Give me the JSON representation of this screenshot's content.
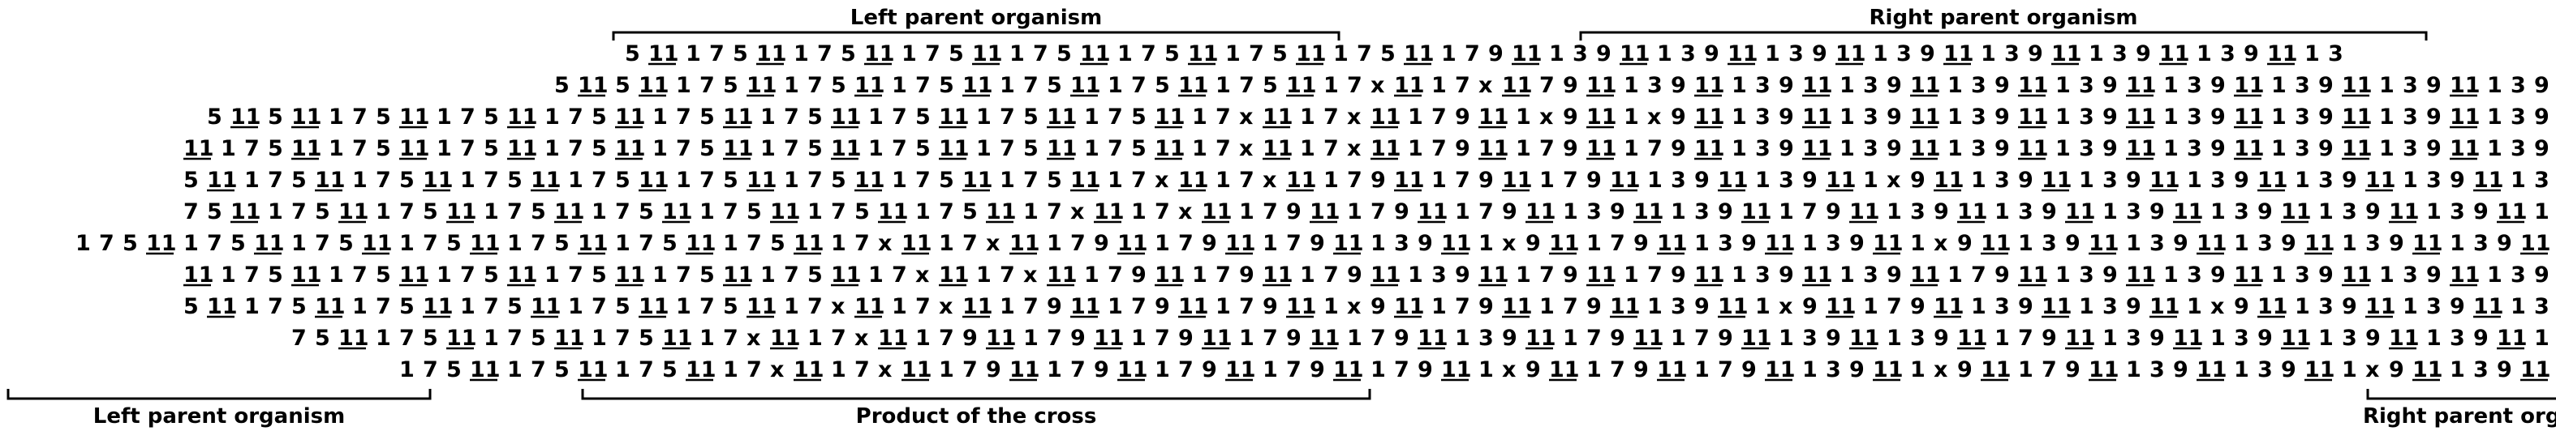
{
  "labels": {
    "top_left": "Left parent organism",
    "top_right": "Right parent organism",
    "bottom_left": "Left parent organism",
    "bottom_center": "Product of the cross",
    "bottom_right": "Right parent org"
  },
  "rows": [
    "5 11 1 7 5 11 1 7 5 11 1 7 5 11 1 7 5 11 1 7 5 11 1 7 5 11 1 7 5 11 1 7 9 11 1 3 9 11 1 3 9 11 1 3 9 11 1 3 9 11 1 3 9 11 1 3 9 11 1 3 9 11 1 3",
    "5 11 5 11 1 7 5 11 1 7 5 11 1 7 5 11 1 7 5 11 1 7 5 11 1 7 5 11 1 7 x 11 1 7 x 11 7 9 11 1 3 9 11 1 3 9 11 1 3 9 11 1 3 9 11 1 3 9 11 1 3 9 11 1 3 9 11 1 3 9 11 1 3 9",
    "5 11 5 11 1 7 5 11 1 7 5 11 1 7 5 11 1 7 5 11 1 7 5 11 1 7 5 11 1 7 5 11 1 7 5 11 1 7 x 11 1 7 x 11 1 7 9 11 1 x 9 11 1 x 9 11 1 3 9 11 1 3 9 11 1 3 9 11 1 3 9 11 1 3 9 11 1 3 9 11 1 3 9 11 1 3 9",
    "11 1 7 5 11 1 7 5 11 1 7 5 11 1 7 5 11 1 7 5 11 1 7 5 11 1 7 5 11 1 7 5 11 1 7 5 11 1 7 x 11 1 7 x 11 1 7 9 11 1 7 9 11 1 7 9 11 1 3 9 11 1 3 9 11 1 3 9 11 1 3 9 11 1 3 9 11 1 3 9 11 1 3 9 11 1 3 9",
    "5 11 1 7 5 11 1 7 5 11 1 7 5 11 1 7 5 11 1 7 5 11 1 7 5 11 1 7 5 11 1 7 5 11 1 7 x 11 1 7 x 11 1 7 9 11 1 7 9 11 1 7 9 11 1 3 9 11 1 3 9 11 1 x 9 11 1 3 9 11 1 3 9 11 1 3 9 11 1 3 9 11 1 3 9 11 1 3",
    "7 5 11 1 7 5 11 1 7 5 11 1 7 5 11 1 7 5 11 1 7 5 11 1 7 5 11 1 7 5 11 1 7 x 11 1 7 x 11 1 7 9 11 1 7 9 11 1 7 9 11 1 3 9 11 1 3 9 11 1 7 9 11 1 3 9 11 1 3 9 11 1 3 9 11 1 3 9 11 1 3 9 11 1 3 9 11 1",
    "1 7 5 11 1 7 5 11 1 7 5 11 1 7 5 11 1 7 5 11 1 7 5 11 1 7 5 11 1 7 x 11 1 7 x 11 1 7 9 11 1 7 9 11 1 7 9 11 1 3 9 11 1 x 9 11 1 7 9 11 1 3 9 11 1 3 9 11 1 x 9 11 1 3 9 11 1 3 9 11 1 3 9 11 1 3 9 11 1 3 9 11",
    "11 1 7 5 11 1 7 5 11 1 7 5 11 1 7 5 11 1 7 5 11 1 7 5 11 1 7 x 11 1 7 x 11 1 7 9 11 1 7 9 11 1 7 9 11 1 3 9 11 1 7 9 11 1 7 9 11 1 3 9 11 1 3 9 11 1 7 9 11 1 3 9 11 1 3 9 11 1 3 9 11 1 3 9 11 1 3 9",
    "5 11 1 7 5 11 1 7 5 11 1 7 5 11 1 7 5 11 1 7 5 11 1 7 x 11 1 7 x 11 1 7 9 11 1 7 9 11 1 7 9 11 1 x 9 11 1 7 9 11 1 7 9 11 1 3 9 11 1 x 9 11 1 7 9 11 1 3 9 11 1 3 9 11 1 x 9 11 1 3 9 11 1 3 9 11 1 3",
    "7 5 11 1 7 5 11 1 7 5 11 1 7 5 11 1 7 x 11 1 7 x 11 1 7 9 11 1 7 9 11 1 7 9 11 1 7 9 11 1 7 9 11 1 3 9 11 1 7 9 11 1 7 9 11 1 3 9 11 1 3 9 11 1 7 9 11 1 3 9 11 1 3 9 11 1 3 9 11 1 3 9 11 1",
    "1 7 5 11 1 7 5 11 1 7 5 11 1 7 x 11 1 7 x 11 1 7 9 11 1 7 9 11 1 7 9 11 1 7 9 11 1 7 9 11 1 x 9 11 1 7 9 11 1 7 9 11 1 3 9 11 1 x 9 11 1 7 9 11 1 3 9 11 1 3 9 11 1 x 9 11 1 3 9 11"
  ]
}
